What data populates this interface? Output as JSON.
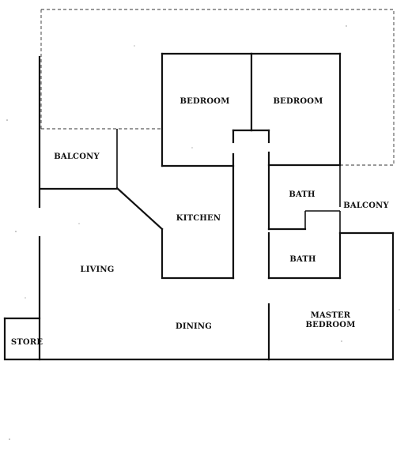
{
  "rooms": {
    "bedroom_1": "BEDROOM",
    "bedroom_2": "BEDROOM",
    "balcony_left": "BALCONY",
    "kitchen": "KITCHEN",
    "bath_upper": "BATH",
    "bath_lower": "BATH",
    "balcony_right": "BALCONY",
    "living": "LIVING",
    "dining": "DINING",
    "master_bedroom_line1": "MASTER",
    "master_bedroom_line2": "BEDROOM",
    "store": "STORE"
  }
}
